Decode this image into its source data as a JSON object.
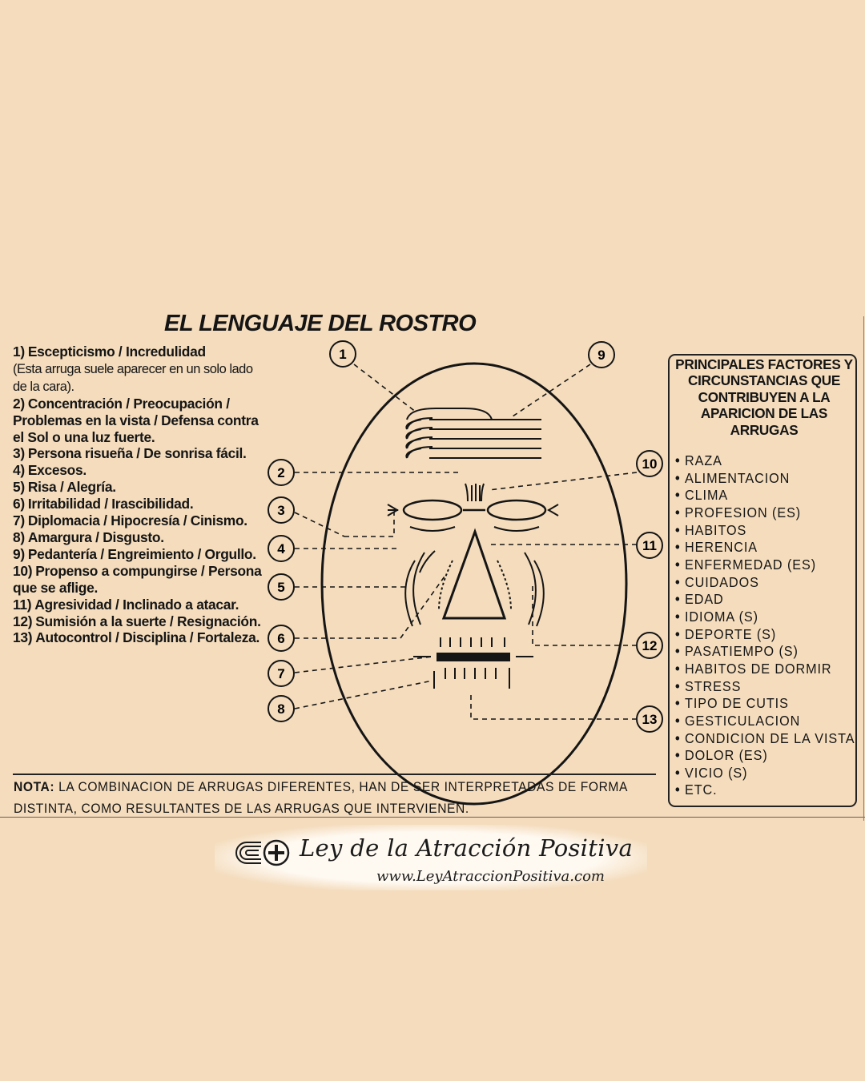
{
  "title": "EL LENGUAJE DEL ROSTRO",
  "legend": [
    {
      "num": "1)",
      "text": "Escepticismo / Incredulidad",
      "note": "(Esta arruga suele aparecer en un solo lado de la cara)."
    },
    {
      "num": "2)",
      "text": "Concentración / Preocupación / Problemas en la vista / Defensa contra el Sol o una luz fuerte."
    },
    {
      "num": "3)",
      "text": "Persona risueña / De sonrisa fácil."
    },
    {
      "num": "4)",
      "text": "Excesos."
    },
    {
      "num": "5)",
      "text": "Risa / Alegría."
    },
    {
      "num": "6)",
      "text": "Irritabilidad / Irascibilidad."
    },
    {
      "num": "7)",
      "text": "Diplomacia / Hipocresía / Cinismo."
    },
    {
      "num": "8)",
      "text": "Amargura / Disgusto."
    },
    {
      "num": "9)",
      "text": "Pedantería / Engreimiento / Orgullo."
    },
    {
      "num": "10)",
      "text": "Propenso a compungirse / Persona que se aflige."
    },
    {
      "num": "11)",
      "text": "Agresividad / Inclinado a atacar."
    },
    {
      "num": "12)",
      "text": "Sumisión a la suerte / Resignación."
    },
    {
      "num": "13)",
      "text": "Autocontrol / Disciplina / Fortaleza."
    }
  ],
  "callouts": [
    "1",
    "2",
    "3",
    "4",
    "5",
    "6",
    "7",
    "8",
    "9",
    "10",
    "11",
    "12",
    "13"
  ],
  "factors": {
    "title": "PRINCIPALES FACTORES Y CIRCUNSTANCIAS QUE CONTRIBUYEN A LA APARICION DE LAS ARRUGAS",
    "items": [
      "RAZA",
      "ALIMENTACION",
      "CLIMA",
      "PROFESION (ES)",
      "HABITOS",
      "HERENCIA",
      "ENFERMEDAD (ES)",
      "CUIDADOS",
      "EDAD",
      "IDIOMA (S)",
      "DEPORTE (S)",
      "PASATIEMPO (S)",
      "HABITOS DE DORMIR",
      "STRESS",
      "TIPO DE CUTIS",
      "GESTICULACION",
      "CONDICION DE LA VISTA",
      "DOLOR (ES)",
      "VICIO (S)",
      "ETC."
    ]
  },
  "note": {
    "label": "NOTA:",
    "text": "LA COMBINACION DE ARRUGAS DIFERENTES, HAN DE SER INTERPRETADAS DE FORMA DISTINTA, COMO RESULTANTES DE LAS ARRUGAS QUE INTERVIENEN."
  },
  "brand": {
    "name": "Ley de la Atracción Positiva",
    "url": "www.LeyAtraccionPositiva.com",
    "logo_icon": "magnet-plus-icon"
  },
  "colors": {
    "background": "#f4dcbd",
    "ink": "#151515",
    "brand_panel": "#fffaf2"
  }
}
